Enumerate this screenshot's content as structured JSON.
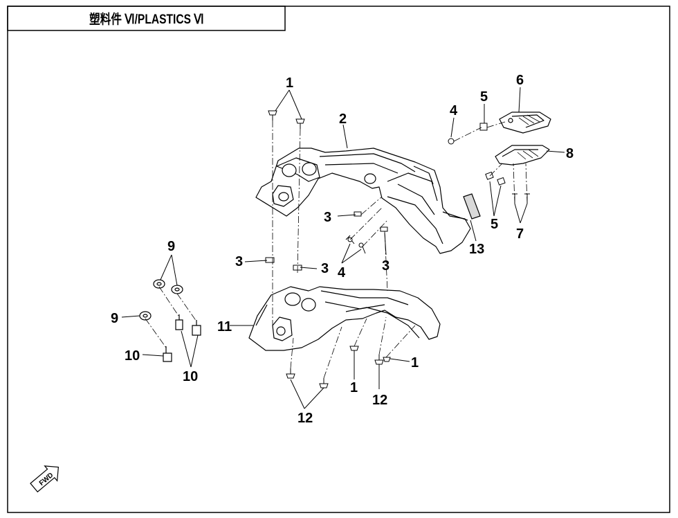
{
  "header": {
    "title": "塑料件 Ⅵ/PLASTICS Ⅵ"
  },
  "callouts": {
    "c1_top": "1",
    "c2": "2",
    "c3_a": "3",
    "c3_b": "3",
    "c3_c": "3",
    "c3_d": "3",
    "c4_left": "4",
    "c4_top": "4",
    "c5_top": "5",
    "c5_bottom": "5",
    "c6": "6",
    "c7": "7",
    "c8": "8",
    "c9_top": "9",
    "c9_left": "9",
    "c10_left": "10",
    "c10_bottom": "10",
    "c11": "11",
    "c12_left": "12",
    "c12_right": "12",
    "c1_right": "1",
    "c1_bottom": "1",
    "c13": "13"
  },
  "fwd_label": "FWD",
  "colors": {
    "line": "#000000",
    "fill": "#ffffff",
    "shade": "#d9d9d9"
  }
}
